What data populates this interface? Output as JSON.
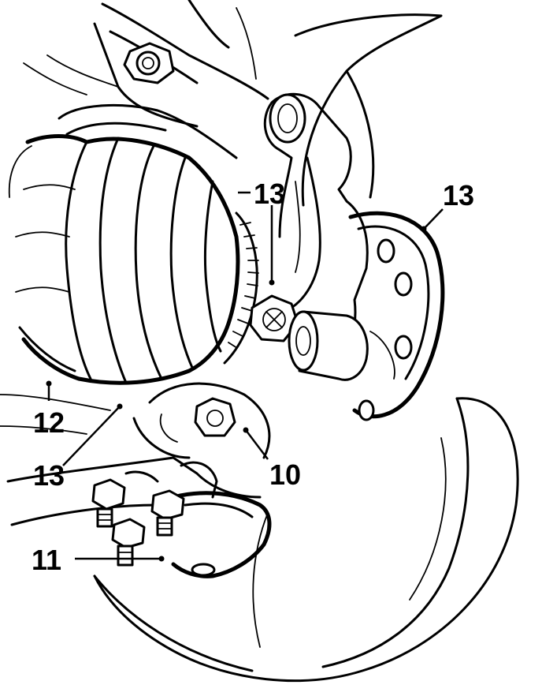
{
  "callouts": [
    {
      "id": "c13a",
      "label": "13"
    },
    {
      "id": "c13b",
      "label": "13"
    },
    {
      "id": "c12",
      "label": "12"
    },
    {
      "id": "c13c",
      "label": "13"
    },
    {
      "id": "c10",
      "label": "10"
    },
    {
      "id": "c11",
      "label": "11"
    }
  ],
  "colors": {
    "ink": "#000000",
    "paper": "#ffffff"
  }
}
